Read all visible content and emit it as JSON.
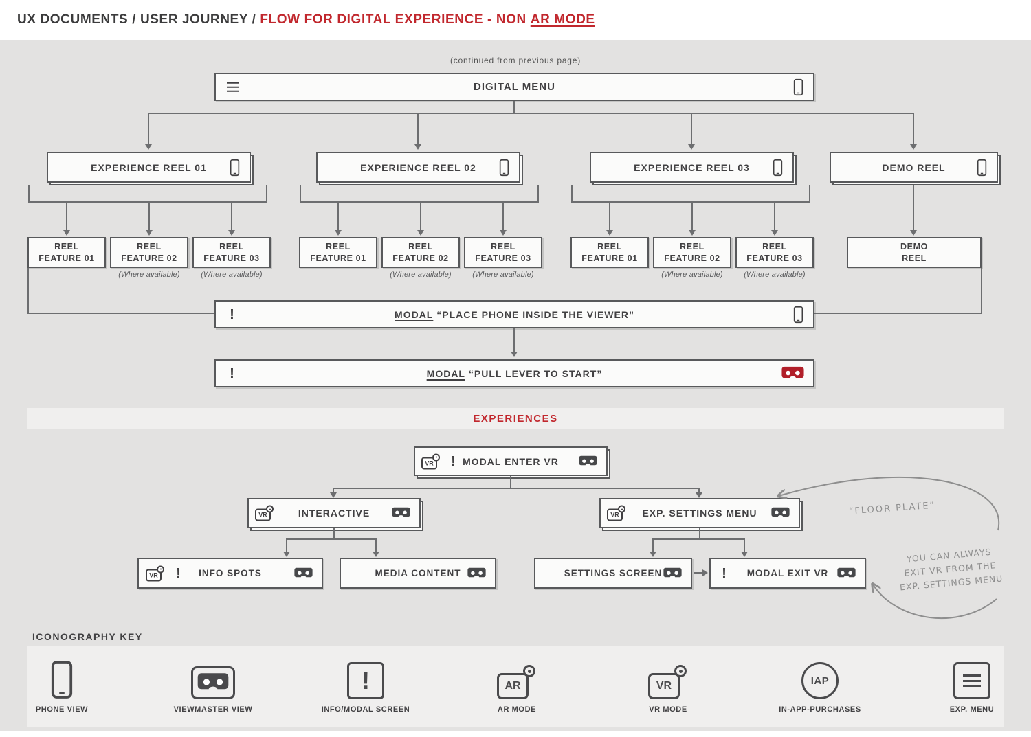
{
  "header": {
    "breadcrumb": "UX DOCUMENTS / USER JOURNEY / ",
    "title_red": "FLOW FOR DIGITAL EXPERIENCE - NON ",
    "title_red_underlined": "AR MODE"
  },
  "colors": {
    "accent_red": "#c1272d",
    "viewmaster_red": "#b11f29",
    "box_border_gray": "#58595b",
    "connector_gray": "#6d6e70",
    "background_gray": "#e3e2e1"
  },
  "icons": {
    "exclaim": "!",
    "vr_text": "VR",
    "ar_text": "AR",
    "iap_text": "IAP"
  },
  "flow": {
    "continued_note": "(continued from previous page)",
    "digital_menu_label": "DIGITAL MENU",
    "reel1_label": "EXPERIENCE REEL 01",
    "reel2_label": "EXPERIENCE REEL 02",
    "reel3_label": "EXPERIENCE REEL 03",
    "demo_reel_label": "DEMO REEL",
    "feature1_label": "REEL\nFEATURE 01",
    "feature2_label": "REEL\nFEATURE 02",
    "feature3_label": "REEL\nFEATURE 03",
    "demo_reel_screen_label": "DEMO\nREEL",
    "where_available": "(Where available)",
    "modal_place": {
      "modal_word": "MODAL",
      "text": "“PLACE PHONE INSIDE THE VIEWER”"
    },
    "modal_pull": {
      "modal_word": "MODAL",
      "text": "“PULL LEVER TO START”"
    }
  },
  "experiences": {
    "heading": "EXPERIENCES",
    "modal_enter_vr": "MODAL ENTER VR",
    "interactive": "INTERACTIVE",
    "exp_settings_menu": "EXP. SETTINGS MENU",
    "info_spots": "INFO SPOTS",
    "media_content": "MEDIA CONTENT",
    "settings_screen": "SETTINGS SCREEN",
    "modal_exit_vr": "MODAL EXIT VR",
    "annotation_floor_plate": "“FLOOR PLATE”",
    "annotation_exit": "YOU CAN ALWAYS\nEXIT VR FROM THE\nEXP. SETTINGS MENU"
  },
  "key": {
    "heading": "ICONOGRAPHY KEY",
    "items": [
      {
        "icon": "phone-icon",
        "label": "PHONE VIEW"
      },
      {
        "icon": "viewmaster-icon",
        "label": "VIEWMASTER VIEW"
      },
      {
        "icon": "info-modal-icon",
        "label": "INFO/MODAL SCREEN"
      },
      {
        "icon": "ar-mode-icon",
        "label": "AR MODE"
      },
      {
        "icon": "vr-mode-icon",
        "label": "VR MODE"
      },
      {
        "icon": "iap-icon",
        "label": "IN-APP-PURCHASES"
      },
      {
        "icon": "exp-menu-icon",
        "label": "EXP. MENU"
      }
    ]
  }
}
